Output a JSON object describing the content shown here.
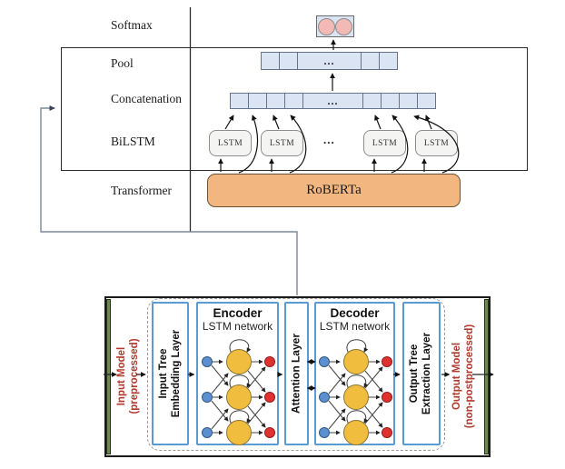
{
  "colors": {
    "cell_fill": "#dbe4f2",
    "cell_border": "#64748f",
    "softmax_unit_fill": "#f3bab5",
    "roberta_fill": "#f2b681",
    "lstm_fill": "#f4f4f2",
    "blue_box_border": "#5b9bd5",
    "node_blue": "#5b8fd0",
    "node_yellow": "#f0bd3e",
    "node_red": "#e03131",
    "green_bar": "#6d8a4a",
    "red_label": "#b03a2e"
  },
  "top": {
    "row_labels": [
      "Softmax",
      "Pool",
      "Concatenation",
      "BiLSTM",
      "Transformer"
    ],
    "ellipsis": "...",
    "lstm_boxes": [
      "LSTM",
      "LSTM",
      "LSTM",
      "LSTM"
    ],
    "transformer_label": "RoBERTa"
  },
  "bottom": {
    "input_model_line1": "Input Model",
    "input_model_line2": "(preprocessed)",
    "embedding_line1": "Input Tree",
    "embedding_line2": "Embedding Layer",
    "encoder_title": "Encoder",
    "encoder_subtitle": "LSTM network",
    "attention_label": "Attention Layer",
    "decoder_title": "Decoder",
    "decoder_subtitle": "LSTM network",
    "extraction_line1": "Output Tree",
    "extraction_line2": "Extraction Layer",
    "output_model_line1": "Output Model",
    "output_model_line2": "(non-postprocessed)"
  }
}
